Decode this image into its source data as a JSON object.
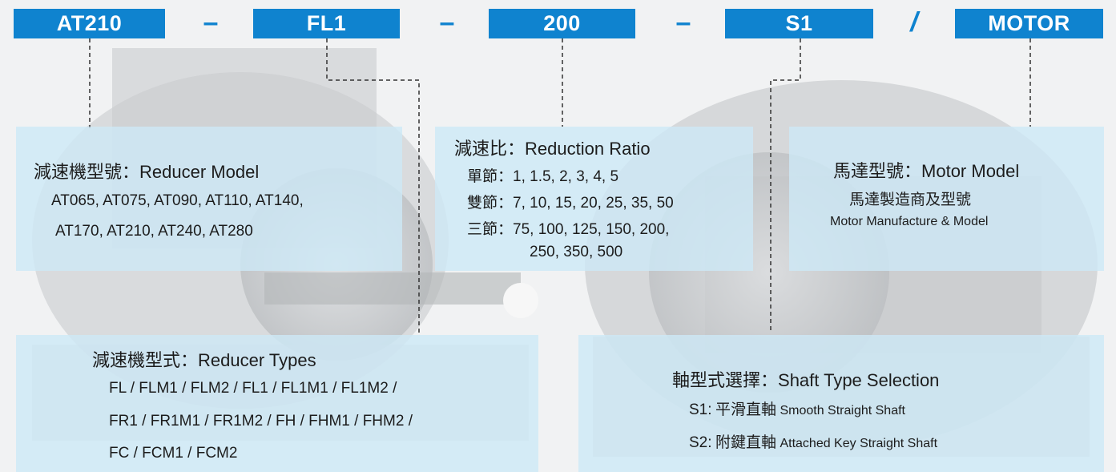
{
  "code": {
    "part1": "AT210",
    "sep1": "–",
    "part2": "FL1",
    "sep2": "–",
    "part3": "200",
    "sep3": "–",
    "part4": "S1",
    "sep4": "/",
    "part5": "MOTOR"
  },
  "reducer_model": {
    "title_cn": "減速機型號",
    "title_en": "：Reducer Model",
    "line1": "AT065, AT075, AT090, AT110, AT140,",
    "line2": "AT170, AT210, AT240, AT280"
  },
  "ratio": {
    "title_cn": "減速比",
    "title_en": "：Reduction Ratio",
    "single_label": "單節",
    "single_values": "：1, 1.5, 2, 3, 4, 5",
    "double_label": "雙節",
    "double_values": "：7, 10, 15, 20, 25, 35, 50",
    "triple_label": "三節",
    "triple_values": "：75, 100, 125, 150, 200,",
    "triple_values2": "250, 350, 500"
  },
  "motor": {
    "title_cn": "馬達型號",
    "title_en": "：Motor Model",
    "sub_cn": "馬達製造商及型號",
    "sub_en": "Motor Manufacture & Model"
  },
  "reducer_types": {
    "title_cn": "減速機型式",
    "title_en": "：Reducer Types",
    "line1": "FL / FLM1 / FLM2 / FL1 / FL1M1 / FL1M2 /",
    "line2": "FR1 / FR1M1 / FR1M2 / FH / FHM1 / FHM2 /",
    "line3": "FC / FCM1 / FCM2"
  },
  "shaft": {
    "title_cn": "軸型式選擇",
    "title_en": "：Shaft Type Selection",
    "s1_code": "S1:",
    "s1_cn": "平滑直軸",
    "s1_en": "Smooth Straight Shaft",
    "s2_code": "S2:",
    "s2_cn": "附鍵直軸",
    "s2_en": "Attached Key Straight Shaft"
  },
  "colors": {
    "code_blue": "#0f83cf",
    "panel_blue": "#cde8f6",
    "text": "#1c1c1c"
  }
}
